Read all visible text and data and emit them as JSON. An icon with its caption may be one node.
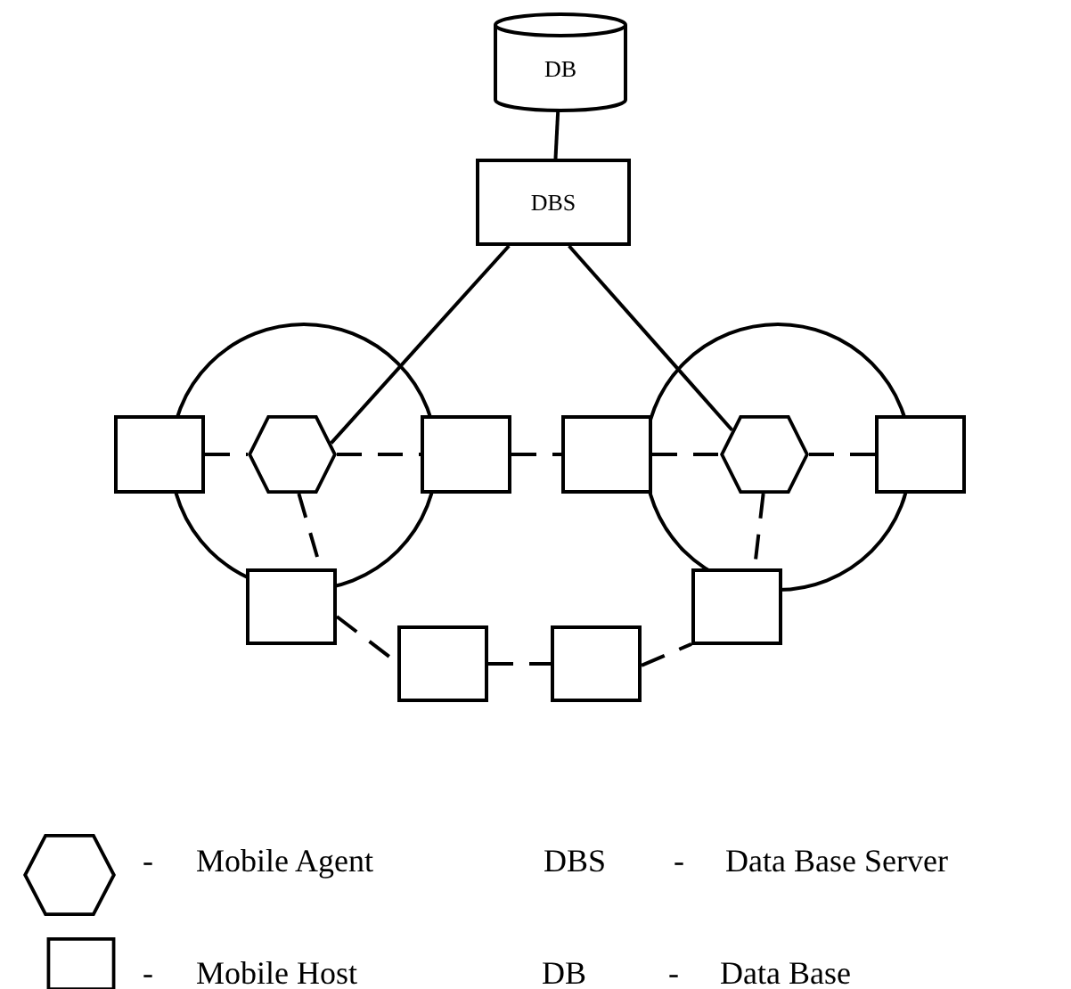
{
  "diagram": {
    "nodes": [
      {
        "text": [
          "DB"
        ]
      },
      {
        "text": [
          "DBS"
        ]
      },
      {
        "text": [],
        "shape": "circle"
      },
      {
        "text": [],
        "shape": "circle"
      },
      {
        "text": [],
        "shape": "box"
      },
      {
        "text": [],
        "shape": "hexagon",
        "in": 2
      },
      {
        "text": [],
        "shape": "box"
      },
      {
        "text": [],
        "shape": "box"
      },
      {
        "text": [],
        "shape": "hexagon",
        "in": 3
      },
      {
        "text": [],
        "shape": "box"
      },
      {
        "text": [],
        "shape": "box"
      },
      {
        "text": [],
        "shape": "box"
      },
      {
        "text": [],
        "shape": "box"
      },
      {
        "text": [],
        "shape": "box"
      }
    ],
    "edges": [
      {
        "from": 0,
        "to": 1,
        "arrow": "none"
      },
      {
        "from": 1,
        "to": 5,
        "arrow": "none"
      },
      {
        "from": 1,
        "to": 8,
        "arrow": "none"
      },
      {
        "from": 4,
        "to": 5,
        "arrow": "none",
        "style": "dashed"
      },
      {
        "from": 5,
        "to": 6,
        "arrow": "none",
        "style": "dashed"
      },
      {
        "from": 6,
        "to": 7,
        "arrow": "none",
        "style": "dashed"
      },
      {
        "from": 7,
        "to": 8,
        "arrow": "none",
        "style": "dashed"
      },
      {
        "from": 8,
        "to": 9,
        "arrow": "none",
        "style": "dashed"
      },
      {
        "from": 5,
        "to": 10,
        "arrow": "none",
        "style": "dashed"
      },
      {
        "from": 10,
        "to": 11,
        "arrow": "none",
        "style": "dashed"
      },
      {
        "from": 11,
        "to": 12,
        "arrow": "none",
        "style": "dashed"
      },
      {
        "from": 12,
        "to": 13,
        "arrow": "none",
        "style": "dashed"
      },
      {
        "from": 8,
        "to": 13,
        "arrow": "none",
        "style": "dashed"
      }
    ],
    "labels": [
      "-",
      "DBS",
      "-",
      "Data Base Server",
      "-",
      "DB",
      "-",
      "Data Base"
    ],
    "legend": [
      {
        "text": "Mobile Agent"
      },
      {
        "text": "Mobile Host"
      }
    ]
  }
}
